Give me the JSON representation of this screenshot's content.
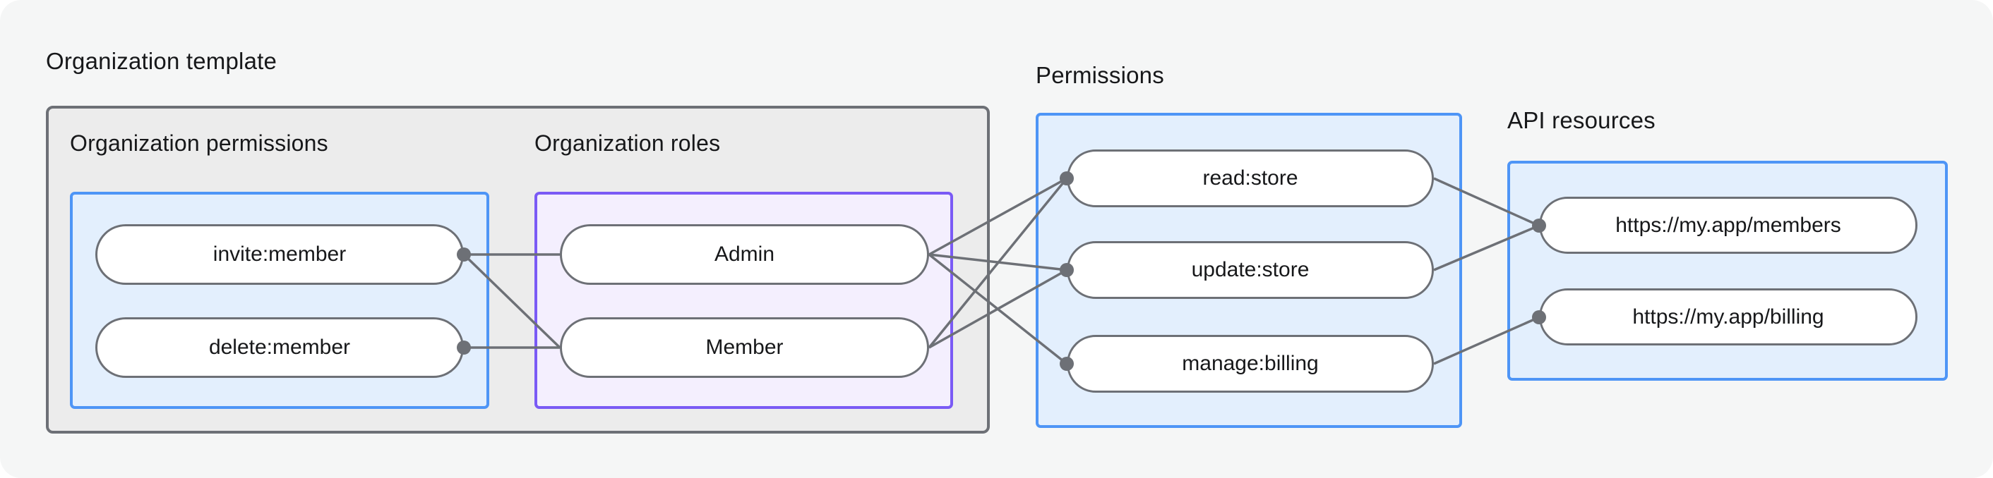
{
  "diagram": {
    "organization_template": {
      "title": "Organization template",
      "organization_permissions": {
        "title": "Organization permissions",
        "nodes": [
          {
            "id": "invite-member",
            "label": "invite:member"
          },
          {
            "id": "delete-member",
            "label": "delete:member"
          }
        ]
      },
      "organization_roles": {
        "title": "Organization roles",
        "nodes": [
          {
            "id": "admin",
            "label": "Admin"
          },
          {
            "id": "member",
            "label": "Member"
          }
        ]
      }
    },
    "permissions": {
      "title": "Permissions",
      "nodes": [
        {
          "id": "read-store",
          "label": "read:store"
        },
        {
          "id": "update-store",
          "label": "update:store"
        },
        {
          "id": "manage-billing",
          "label": "manage:billing"
        }
      ]
    },
    "api_resources": {
      "title": "API resources",
      "nodes": [
        {
          "id": "members-url",
          "label": "https://my.app/members"
        },
        {
          "id": "billing-url",
          "label": "https://my.app/billing"
        }
      ]
    },
    "edges": [
      {
        "from": "invite:member",
        "to": "Admin"
      },
      {
        "from": "invite:member",
        "to": "Member"
      },
      {
        "from": "delete:member",
        "to": "Member"
      },
      {
        "from": "Admin",
        "to": "read:store"
      },
      {
        "from": "Admin",
        "to": "update:store"
      },
      {
        "from": "Admin",
        "to": "manage:billing"
      },
      {
        "from": "Member",
        "to": "read:store"
      },
      {
        "from": "Member",
        "to": "update:store"
      },
      {
        "from": "read:store",
        "to": "https://my.app/members"
      },
      {
        "from": "update:store",
        "to": "https://my.app/members"
      },
      {
        "from": "manage:billing",
        "to": "https://my.app/billing"
      }
    ],
    "colors": {
      "canvas_bg": "#f5f6f6",
      "group_box_bg": "#ececec",
      "group_box_border": "#6d7076",
      "blue_box_bg": "#e3effd",
      "blue_box_border": "#4e95f6",
      "purple_box_bg": "#f4effe",
      "purple_box_border": "#7a5af5",
      "node_bg": "#ffffff",
      "node_border": "#6d7076",
      "edge": "#6d7076",
      "text": "#17181a"
    }
  }
}
